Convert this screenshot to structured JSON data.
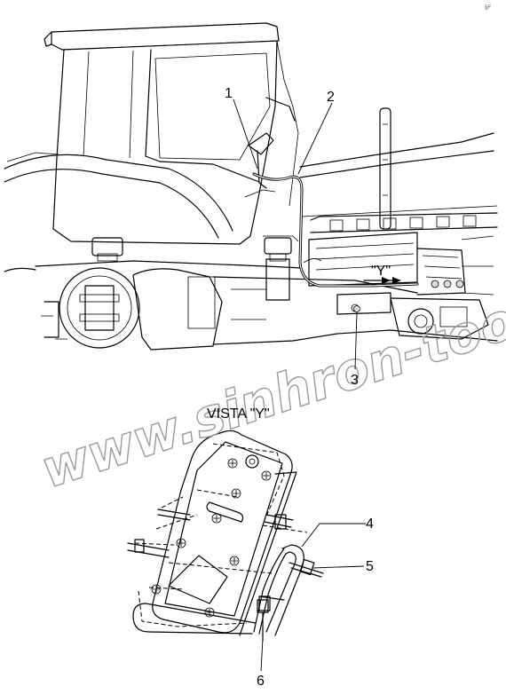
{
  "page_mark": "§F",
  "view_label": "VISTA \"Y\"",
  "view_marker": "\"Y\"",
  "watermark": "www.sinhron-tool.com",
  "callouts": [
    "1",
    "2",
    "3",
    "4",
    "5",
    "6"
  ]
}
